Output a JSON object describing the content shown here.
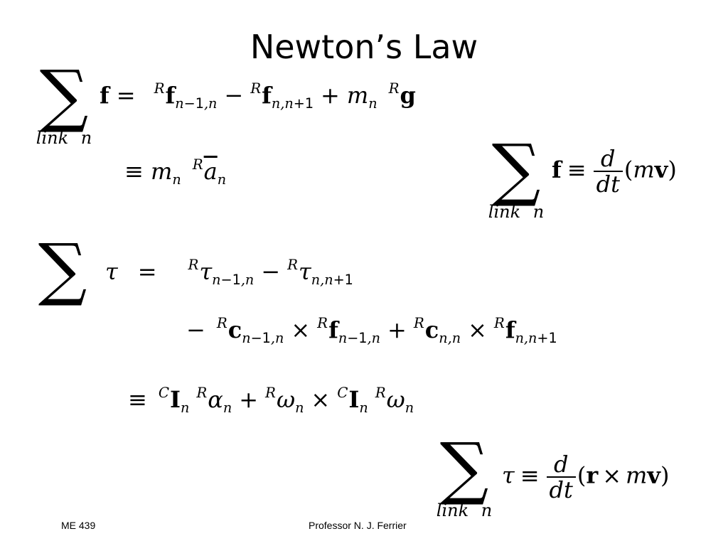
{
  "slide": {
    "title": "Newton’s Law"
  },
  "sums": {
    "sigma": "∑",
    "link_n": "link  n"
  },
  "footer": {
    "course": "ME 439",
    "author": "Professor N. J. Ferrier"
  }
}
